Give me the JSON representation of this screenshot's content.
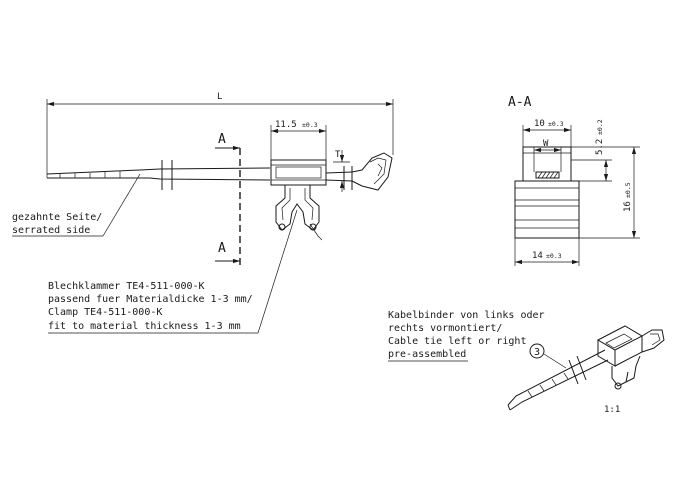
{
  "drawing": {
    "section_title": "A-A",
    "section_marker": "A",
    "dimensions": {
      "length": "L",
      "head_width": "11.5",
      "head_width_tol": "±0.3",
      "thickness": "T",
      "section_width": "10",
      "section_width_tol": "±0.3",
      "slot_width": "W",
      "slot_height": "5.2",
      "slot_height_tol": "±0.2",
      "height": "16",
      "height_tol": "±0.5",
      "base_width": "14",
      "base_width_tol": "±0.3"
    },
    "notes": {
      "serrated": [
        "gezahnte Seite/",
        "serrated side"
      ],
      "clamp": [
        "Blechklammer TE4-511-000-K",
        "passend fuer Materialdicke 1-3 mm/",
        "Clamp TE4-511-000-K",
        "fit to material thickness 1-3 mm"
      ],
      "cable_tie": [
        "Kabelbinder von links oder",
        "rechts vormontiert/",
        "Cable tie left or right",
        "pre-assembled"
      ]
    },
    "callout_number": "3",
    "scale": "1:1"
  }
}
